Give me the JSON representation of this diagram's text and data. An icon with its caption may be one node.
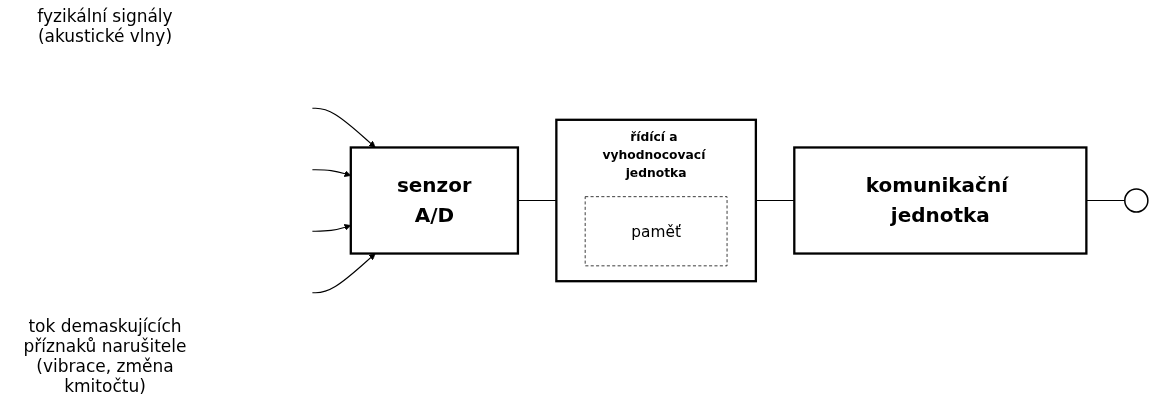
{
  "diagram": {
    "nodes": [
      {
        "text": [
          "senzor",
          "A/D"
        ]
      },
      {
        "text": [
          "řídící a vyhodnocovací jednotka"
        ]
      },
      {
        "text": [
          "paměť"
        ],
        "in": 1
      },
      {
        "text": [
          "komunikační jednotka"
        ]
      },
      {
        "text": [],
        "shape": "circle"
      }
    ],
    "edges": [
      {
        "from": null,
        "to": 0,
        "arrow": "to"
      },
      {
        "from": null,
        "to": 0,
        "arrow": "to"
      },
      {
        "from": null,
        "to": 0,
        "arrow": "to"
      },
      {
        "from": null,
        "to": 0,
        "arrow": "to"
      },
      {
        "from": 0,
        "to": 1,
        "arrow": "none"
      },
      {
        "from": 1,
        "to": 3,
        "arrow": "none"
      },
      {
        "from": 3,
        "to": 4,
        "arrow": "none"
      }
    ],
    "labels": [
      "fyzikální signály (akustické vlny)",
      "tok demaskujících příznaků narušitele (vibrace, změna kmitočtu)"
    ]
  }
}
